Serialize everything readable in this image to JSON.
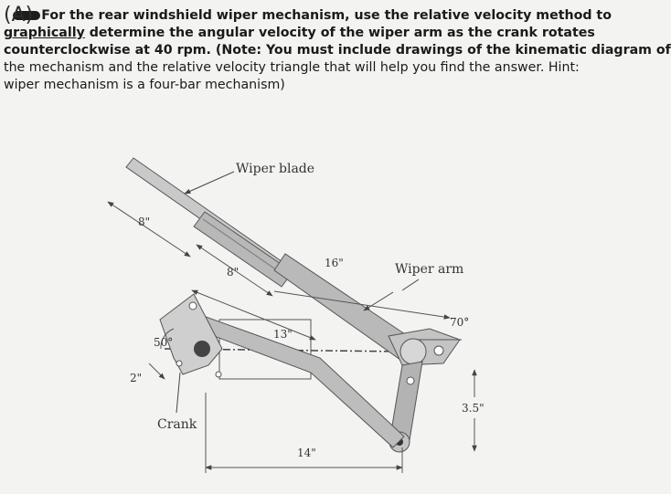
{
  "problem": {
    "tag": "(A)",
    "lines": [
      "For the rear windshield wiper mechanism, use the relative velocity method to",
      "graphically determine the angular velocity of the wiper arm as the crank rotates",
      "counterclockwise at 40 rpm. (Note: You must include drawings of the kinematic diagram of",
      "the mechanism and the relative velocity triangle that will help you find the answer. Hint:",
      "wiper mechanism is a four-bar mechanism)"
    ],
    "underlined_word": "graphically"
  },
  "figure": {
    "label_wiper_blade": "Wiper blade",
    "label_wiper_arm": "Wiper arm",
    "label_crank": "Crank",
    "dim_blade_outer": "8\"",
    "dim_blade_inner": "8\"",
    "dim_arm": "16\"",
    "dim_coupler": "13\"",
    "dim_ground": "14\"",
    "dim_vertical": "3.5\"",
    "dim_crank": "2\"",
    "angle_crank": "50°",
    "angle_arm": "70°"
  }
}
